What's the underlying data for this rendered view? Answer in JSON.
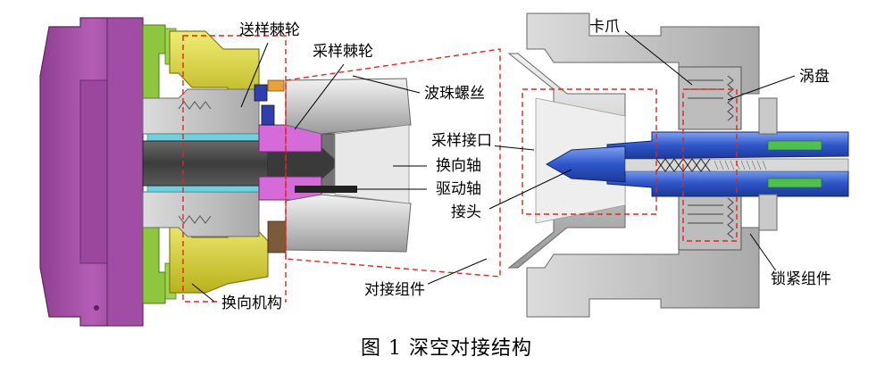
{
  "labels": {
    "feed_ratchet": "送样棘轮",
    "sampling_ratchet": "采样棘轮",
    "ball_spring_screw": "波珠螺丝",
    "sampling_interface": "采样接口",
    "reversing_shaft": "换向轴",
    "drive_shaft": "驱动轴",
    "connector": "接头",
    "reversing_mechanism": "换向机构",
    "docking_assembly": "对接组件",
    "claw": "卡爪",
    "scroll_plate": "涡盘",
    "locking_assembly": "锁紧组件"
  },
  "caption": "图 1   深空对接结构",
  "colors": {
    "housing_magenta": "#a64fa8",
    "ratchet_yellow": "#d9d32e",
    "ring_green": "#8ec63f",
    "shaft_dark": "#4a4a4a",
    "nozzle_blue": "#2f56c9",
    "gray_metal": "#c9c9c9",
    "dashed_box": "#e0261d"
  }
}
